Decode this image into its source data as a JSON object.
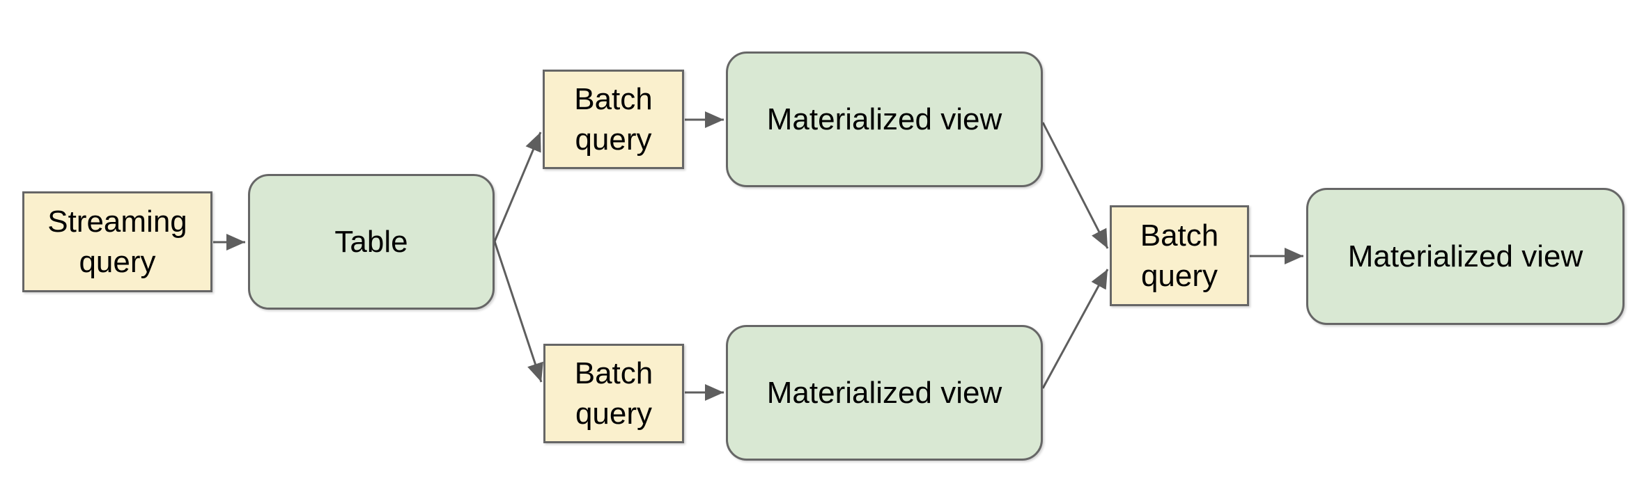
{
  "diagram": {
    "nodes": [
      {
        "id": "streaming-query",
        "label": "Streaming query",
        "kind": "query"
      },
      {
        "id": "table",
        "label": "Table",
        "kind": "view"
      },
      {
        "id": "batch-query-top",
        "label": "Batch query",
        "kind": "query"
      },
      {
        "id": "materialized-view-top",
        "label": "Materialized view",
        "kind": "view"
      },
      {
        "id": "batch-query-bottom",
        "label": "Batch query",
        "kind": "query"
      },
      {
        "id": "materialized-view-bottom",
        "label": "Materialized view",
        "kind": "view"
      },
      {
        "id": "batch-query-right",
        "label": "Batch query",
        "kind": "query"
      },
      {
        "id": "materialized-view-right",
        "label": "Materialized view",
        "kind": "view"
      }
    ],
    "edges": [
      {
        "from": "streaming-query",
        "to": "table"
      },
      {
        "from": "table",
        "to": "batch-query-top"
      },
      {
        "from": "table",
        "to": "batch-query-bottom"
      },
      {
        "from": "batch-query-top",
        "to": "materialized-view-top"
      },
      {
        "from": "batch-query-bottom",
        "to": "materialized-view-bottom"
      },
      {
        "from": "materialized-view-top",
        "to": "batch-query-right"
      },
      {
        "from": "materialized-view-bottom",
        "to": "batch-query-right"
      },
      {
        "from": "batch-query-right",
        "to": "materialized-view-right"
      }
    ],
    "colors": {
      "query_fill": "#FAF0CD",
      "view_fill": "#D9E8D3",
      "border": "#666666",
      "arrow": "#5E5E5E",
      "text": "#000000",
      "background": "#FFFFFF"
    }
  }
}
